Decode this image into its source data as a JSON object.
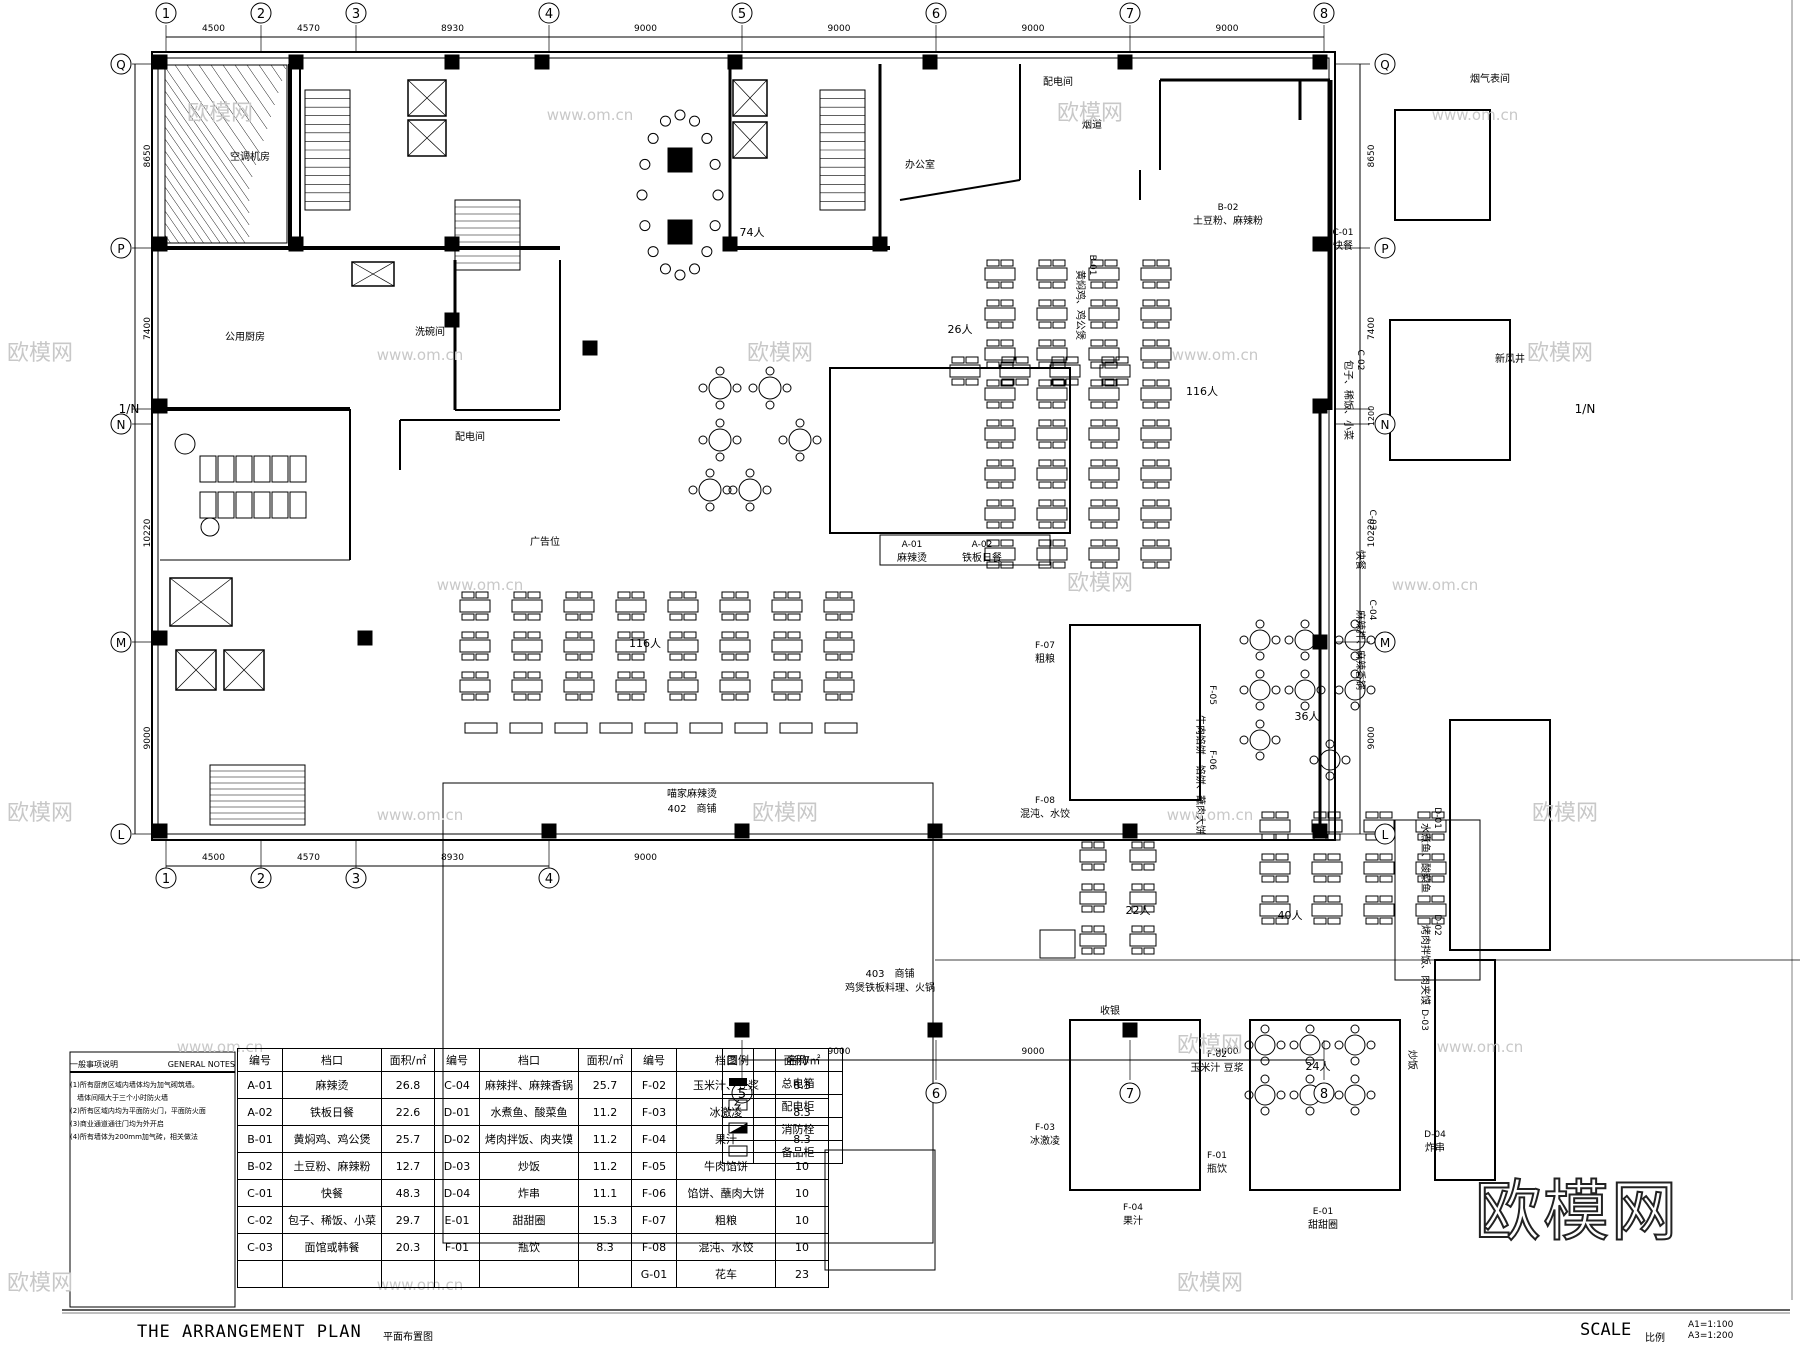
{
  "drawing": {
    "title_en": "THE ARRANGEMENT PLAN",
    "title_cn": "平面布置图",
    "scale_label": "SCALE",
    "scale_cn": "比例",
    "scale_a1": "A1=1:100",
    "scale_a3": "A3=1:200",
    "brand": "欧模网",
    "watermark": "欧模网",
    "watermark_url": "www.om.cn"
  },
  "grid": {
    "columns": [
      "1",
      "2",
      "3",
      "4",
      "5",
      "6",
      "7",
      "8"
    ],
    "rows": [
      "Q",
      "P",
      "1/N",
      "N",
      "M",
      "L"
    ],
    "top_dims": [
      "4500",
      "4570",
      "8930",
      "9000",
      "9000",
      "9000",
      "9000"
    ],
    "bottom_dims_left": [
      "4500",
      "4570",
      "8930",
      "9000"
    ],
    "bottom_dims_right": [
      "9000",
      "9000",
      "9000"
    ],
    "left_dims": [
      "8650",
      "7400",
      "10220",
      "9000"
    ],
    "right_dims": [
      "8650",
      "7400",
      "10220",
      "9000"
    ],
    "right_small_dim": "1200"
  },
  "rooms": [
    {
      "id": "ac",
      "text": "空调机房"
    },
    {
      "id": "office",
      "text": "办公室"
    },
    {
      "id": "elec1",
      "text": "配电间"
    },
    {
      "id": "elec2",
      "text": "配电间"
    },
    {
      "id": "flue1",
      "text": "烟道"
    },
    {
      "id": "flue2",
      "text": "烟气表间"
    },
    {
      "id": "kitchen",
      "text": "公用厨房"
    },
    {
      "id": "wash",
      "text": "洗碗间"
    },
    {
      "id": "ad",
      "text": "广告位"
    },
    {
      "id": "shaft",
      "text": "新风井"
    },
    {
      "id": "cashier",
      "text": "收银"
    },
    {
      "id": "shop402a",
      "text": "喵家麻辣烫"
    },
    {
      "id": "shop402b",
      "text": "402　商铺"
    },
    {
      "id": "shop403a",
      "text": "403　商铺"
    },
    {
      "id": "shop403b",
      "text": "鸡煲铁板料理、火锅"
    }
  ],
  "seats": [
    {
      "id": "s74",
      "text": "74人"
    },
    {
      "id": "s26",
      "text": "26人"
    },
    {
      "id": "s116a",
      "text": "116人"
    },
    {
      "id": "s116b",
      "text": "116人"
    },
    {
      "id": "s36",
      "text": "36人"
    },
    {
      "id": "s22",
      "text": "22人"
    },
    {
      "id": "s40",
      "text": "40人"
    },
    {
      "id": "s24",
      "text": "24人"
    }
  ],
  "stalls": [
    {
      "id": "A-01",
      "code": "A-01",
      "name": "麻辣烫"
    },
    {
      "id": "A-02",
      "code": "A-02",
      "name": "铁板日餐"
    },
    {
      "id": "B-01",
      "code": "B-01",
      "name": "黄焖鸡、鸡公煲"
    },
    {
      "id": "B-02",
      "code": "B-02",
      "name": "土豆粉、麻辣粉"
    },
    {
      "id": "C-01",
      "code": "C-01",
      "name": "快餐"
    },
    {
      "id": "C-02",
      "code": "C-02",
      "name": "包子、稀饭、小菜"
    },
    {
      "id": "C-03",
      "code": "C-03",
      "name": "快餐"
    },
    {
      "id": "C-04",
      "code": "C-04",
      "name": "麻辣拌、麻辣香锅"
    },
    {
      "id": "D-01",
      "code": "D-01",
      "name": "水煮鱼、酸菜鱼"
    },
    {
      "id": "D-02",
      "code": "D-02",
      "name": "烤肉拌饭、肉夹馍"
    },
    {
      "id": "D-03",
      "code": "D-03",
      "name": "炒饭"
    },
    {
      "id": "D-04",
      "code": "D-04",
      "name": "炸串"
    },
    {
      "id": "F-02",
      "code": "F-02",
      "name": "玉米汁 豆浆"
    },
    {
      "id": "F-03",
      "code": "F-03",
      "name": "冰激凌"
    },
    {
      "id": "F-01",
      "code": "F-01",
      "name": "瓶饮"
    },
    {
      "id": "F-04",
      "code": "F-04",
      "name": "果汁"
    },
    {
      "id": "E-01",
      "code": "E-01",
      "name": "甜甜圈"
    },
    {
      "id": "F-05",
      "code": "F-05",
      "name": "牛肉馅饼"
    },
    {
      "id": "F-06",
      "code": "F-06",
      "name": "馅饼、蘸肉大饼"
    },
    {
      "id": "F-07",
      "code": "F-07",
      "name": "粗粮"
    },
    {
      "id": "F-08",
      "code": "F-08",
      "name": "混沌、水饺"
    }
  ],
  "schedule": {
    "headers": [
      "编号",
      "档口",
      "面积/㎡",
      "编号",
      "档口",
      "面积/㎡",
      "编号",
      "档口",
      "面积/㎡"
    ],
    "rows": [
      [
        "A-01",
        "麻辣烫",
        "26.8",
        "C-04",
        "麻辣拌、麻辣香锅",
        "25.7",
        "F-02",
        "玉米汁、豆浆",
        "8.3"
      ],
      [
        "A-02",
        "铁板日餐",
        "22.6",
        "D-01",
        "水煮鱼、酸菜鱼",
        "11.2",
        "F-03",
        "冰激凌",
        "8.3"
      ],
      [
        "B-01",
        "黄焖鸡、鸡公煲",
        "25.7",
        "D-02",
        "烤肉拌饭、肉夹馍",
        "11.2",
        "F-04",
        "果汁",
        "8.3"
      ],
      [
        "B-02",
        "土豆粉、麻辣粉",
        "12.7",
        "D-03",
        "炒饭",
        "11.2",
        "F-05",
        "牛肉馅饼",
        "10"
      ],
      [
        "C-01",
        "快餐",
        "48.3",
        "D-04",
        "炸串",
        "11.1",
        "F-06",
        "馅饼、蘸肉大饼",
        "10"
      ],
      [
        "C-02",
        "包子、稀饭、小菜",
        "29.7",
        "E-01",
        "甜甜圈",
        "15.3",
        "F-07",
        "粗粮",
        "10"
      ],
      [
        "C-03",
        "面馆或韩餐",
        "20.3",
        "F-01",
        "瓶饮",
        "8.3",
        "F-08",
        "混沌、水饺",
        "10"
      ],
      [
        "",
        "",
        "",
        "",
        "",
        "",
        "G-01",
        "花车",
        "23"
      ]
    ]
  },
  "legend": {
    "headers": [
      "图例",
      "名称"
    ],
    "items": [
      "总电箱",
      "配电柜",
      "消防栓",
      "备品柜"
    ]
  },
  "notes": {
    "title_cn": "一般事项说明",
    "title_en": "GENERAL NOTES",
    "items": [
      "(1)所有厨房区域内墙体均为加气砌筑墙。",
      "　墙体间隔大于三个小时防火墙",
      "(2)所有区域内均为平面防火门，平面防火面",
      "(3)商业通道通往门均为外开启",
      "(4)所有墙体为200mm加气砖，相关做法"
    ]
  }
}
